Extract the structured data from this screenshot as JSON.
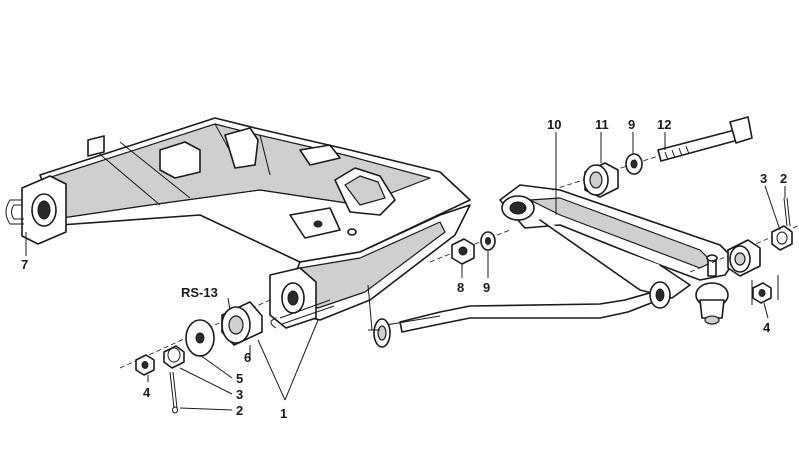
{
  "callouts": {
    "c1": "1",
    "c2a": "2",
    "c2b": "2",
    "c3a": "3",
    "c3b": "3",
    "c4a": "4",
    "c4b": "4",
    "c5": "5",
    "c6": "6",
    "c7": "7",
    "c8": "8",
    "c9a": "9",
    "c9b": "9",
    "c10": "10",
    "c11": "11",
    "c12": "12",
    "rs13": "RS-13"
  },
  "colors": {
    "line": "#1a1a1a",
    "background": "#ffffff",
    "shade": "#cfcfcf"
  }
}
